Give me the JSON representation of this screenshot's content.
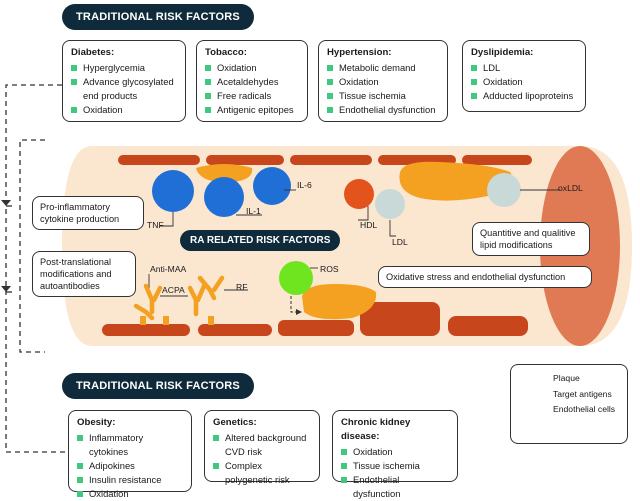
{
  "traditional_top": {
    "title": "TRADITIONAL RISK FACTORS",
    "boxes": [
      {
        "title": "Diabetes:",
        "items": [
          "Hyperglycemia",
          "Advance glycosylated end products",
          "Oxidation"
        ]
      },
      {
        "title": "Tobacco:",
        "items": [
          "Oxidation",
          "Acetaldehydes",
          "Free radicals",
          "Antigenic epitopes"
        ]
      },
      {
        "title": "Hypertension:",
        "items": [
          "Metabolic demand",
          "Oxidation",
          "Tissue ischemia",
          "Endothelial dysfunction"
        ]
      },
      {
        "title": "Dyslipidemia:",
        "items": [
          "LDL",
          "Oxidation",
          "Adducted lipoproteins"
        ]
      }
    ]
  },
  "vessel": {
    "labels": {
      "tnf": "TNF",
      "il1": "IL-1",
      "il6": "IL-6",
      "hdl": "HDL",
      "ldl": "LDL",
      "oxldl": "oxLDL",
      "anti_maa": "Anti-MAA",
      "acpa": "ACPA",
      "rf": "RF",
      "ros": "ROS"
    },
    "tags": {
      "pro_inflammatory": "Pro-inflammatory cytokine production",
      "post_translational": "Post-translational modifications and autoantibodies",
      "lipid_mod": "Quantitive and qualitive lipid modifications",
      "oxidative": "Oxidative stress and endothelial dysfunction"
    },
    "ra_title": "RA RELATED RISK FACTORS"
  },
  "traditional_bottom": {
    "title": "TRADITIONAL RISK FACTORS",
    "boxes": [
      {
        "title": "Obesity:",
        "items": [
          "Inflammatory cytokines",
          "Adipokines",
          "Insulin resistance",
          "Oxidation"
        ]
      },
      {
        "title": "Genetics:",
        "items": [
          "Altered background CVD risk",
          "Complex polygenetic risk"
        ]
      },
      {
        "title": "Chronic kidney disease:",
        "items": [
          "Oxidation",
          "Tissue ischemia",
          "Endothelial dysfunction"
        ]
      }
    ]
  },
  "legend": {
    "plaque": "Plaque",
    "target_antigens": "Target antigens",
    "endothelial_cells": "Endothelial cells"
  },
  "colors": {
    "navy": "#0f2a3a",
    "bullet_green": "#3ec97e",
    "vessel_fill": "#fbe6cf",
    "endothelial": "#c8461b",
    "plaque": "#f4a020",
    "cytokine_blue": "#1f6fd6",
    "hdl_orange": "#e3541c",
    "ldl_grey": "#c9d9d8",
    "ros_green": "#6ee51f",
    "vessel_end": "#e07a55"
  }
}
